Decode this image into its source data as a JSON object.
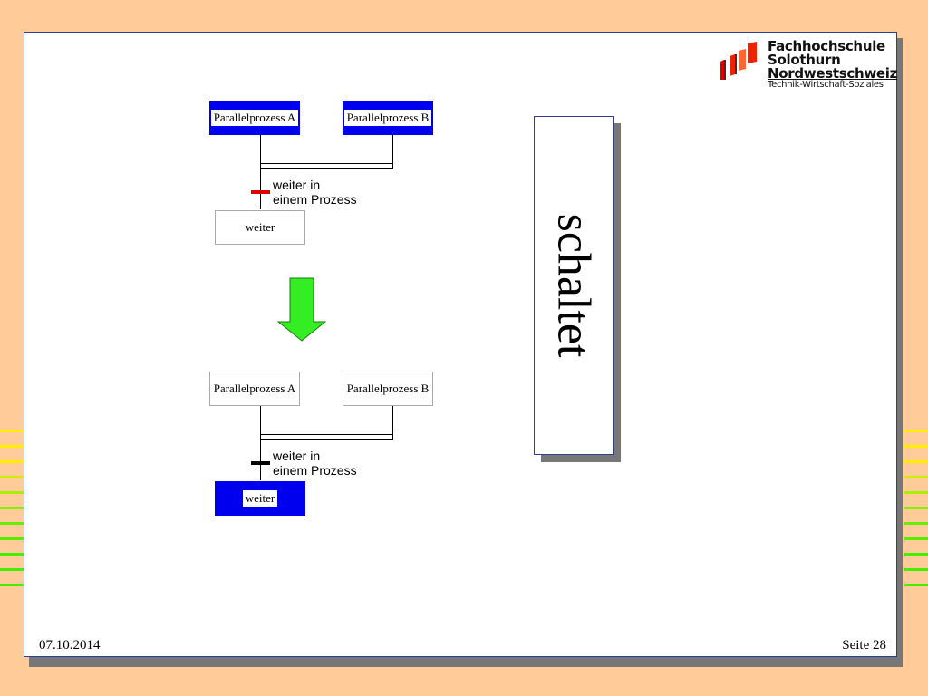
{
  "slide": {
    "date": "07.10.2014",
    "page": "Seite 28"
  },
  "logo": {
    "line1": "Fachhochschule",
    "line2": "Solothurn",
    "line3": "Nordwestschweiz",
    "line4": "Technik-Wirtschaft-Soziales"
  },
  "colors": {
    "slide_border": "#2b3f9a",
    "active_step": "#0000ee",
    "arrow_fill": "#33ee22",
    "transition_ready": "#dd0000",
    "deco_lines": [
      "#ffee00",
      "#aaee00",
      "#44ee00"
    ]
  },
  "diagram_before": {
    "step_a": "Parallelprozess A",
    "step_b": "Parallelprozess B",
    "condition": [
      "weiter in",
      "einem Prozess"
    ],
    "step_next": "weiter"
  },
  "diagram_after": {
    "step_a": "Parallelprozess A",
    "step_b": "Parallelprozess B",
    "condition": [
      "weiter in",
      "einem Prozess"
    ],
    "step_next": "weiter"
  },
  "callout": {
    "text": "schaltet"
  }
}
